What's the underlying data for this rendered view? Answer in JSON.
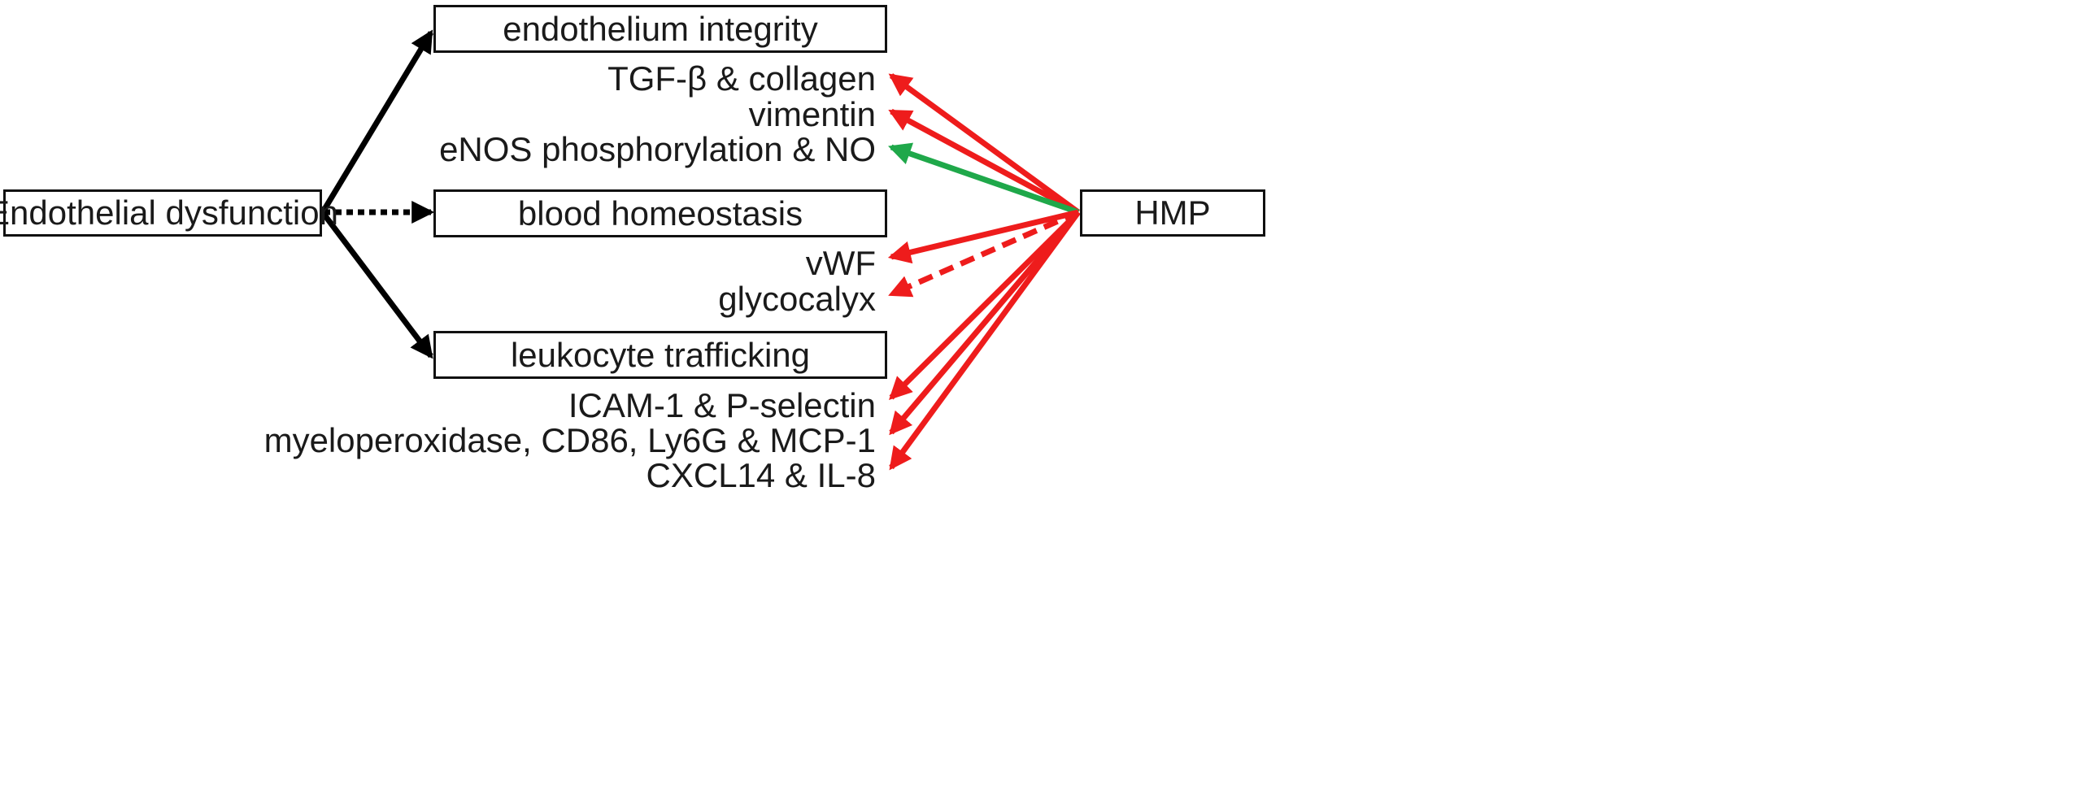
{
  "nodes": {
    "source": "Endothelial dysfunction",
    "integrity": "endothelium integrity",
    "homeostasis": "blood homeostasis",
    "trafficking": "leukocyte trafficking",
    "hmp": "HMP"
  },
  "markers": {
    "tgf": "TGF-β & collagen",
    "vimentin": "vimentin",
    "enos": "eNOS phosphorylation & NO",
    "vwf": "vWF",
    "glycocalyx": "glycocalyx",
    "icam": "ICAM-1 & P-selectin",
    "mpo": "myeloperoxidase, CD86, Ly6G & MCP-1",
    "cxcl": "CXCL14 & IL-8"
  },
  "colors": {
    "black": "#000000",
    "red": "#ee1c1c",
    "green": "#1fa84a"
  }
}
